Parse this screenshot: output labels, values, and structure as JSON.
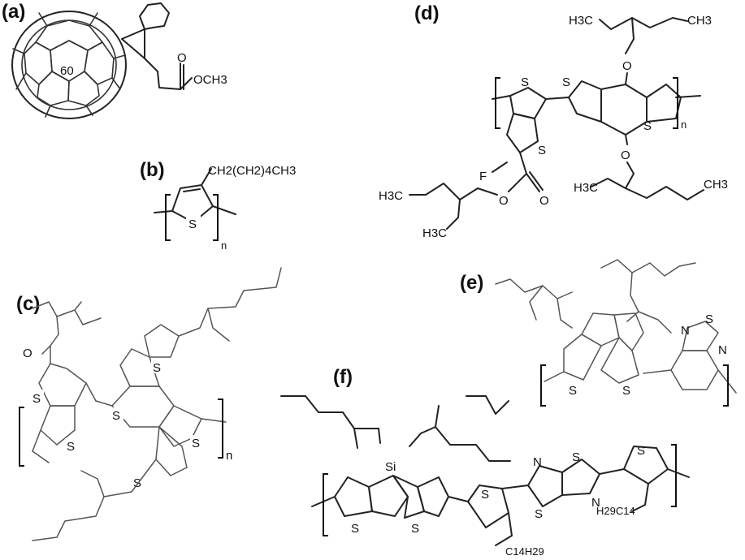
{
  "figure": {
    "panels": [
      {
        "label": "(a)",
        "atoms": {
          "c60": "60",
          "methyl_ester": "OCH3",
          "carbonyl_o": "O"
        }
      },
      {
        "label": "(b)",
        "atoms": {
          "side_chain": "CH2(CH2)4CH3",
          "sulfur": "S",
          "repeat": "n"
        }
      },
      {
        "label": "(c)",
        "atoms": {
          "carbonyl_o": "O",
          "s1": "S",
          "s2": "S",
          "s3": "S",
          "s4": "S",
          "s5": "S",
          "s6": "S",
          "repeat": "n"
        }
      },
      {
        "label": "(d)",
        "atoms": {
          "ch3_top": "CH3",
          "h3c_top": "H3C",
          "o_top": "O",
          "s1": "S",
          "s2": "S",
          "s3": "S",
          "s4": "S",
          "repeat": "n",
          "o_bottom": "O",
          "f": "F",
          "ch3_bottom": "CH3",
          "h3c_left": "H3C",
          "h3c_left2": "H3C",
          "o_ester1": "O",
          "o_ester2": "O",
          "h3c_bottom_chain": "H3C"
        }
      },
      {
        "label": "(e)",
        "atoms": {
          "n1": "N",
          "s_thiadiazole": "S",
          "n2": "N",
          "s1": "S",
          "s2": "S"
        }
      },
      {
        "label": "(f)",
        "atoms": {
          "si": "Si",
          "s1": "S",
          "s2": "S",
          "s3": "S",
          "n1": "N",
          "s4": "S",
          "s5": "S",
          "n2": "N",
          "s6": "S",
          "c14h29_a": "C14H29",
          "h29c14": "H29C14"
        }
      }
    ]
  }
}
